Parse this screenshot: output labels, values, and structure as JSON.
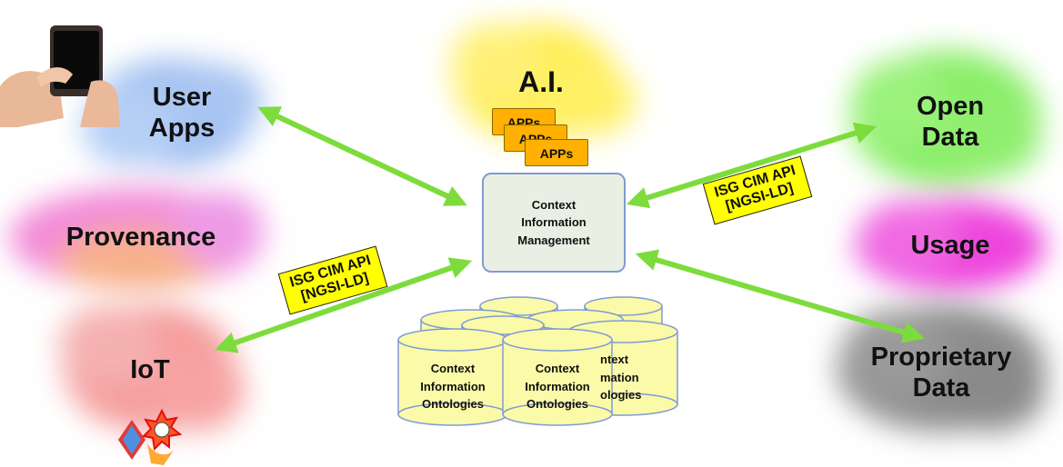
{
  "clouds": {
    "user_apps": "User\nApps",
    "provenance": "Provenance",
    "iot": "IoT",
    "ai": "A.I.",
    "open_data": "Open\nData",
    "usage": "Usage",
    "proprietary_data": "Proprietary\nData"
  },
  "center": {
    "label": "Context\nInformation\nManagement"
  },
  "apps": [
    "APPs",
    "APPs",
    "APPs"
  ],
  "api_labels": {
    "left": "ISG CIM API\n[NGSI-LD]",
    "right": "ISG CIM API\n[NGSI-LD]"
  },
  "ontologies": {
    "front_left": "Context\nInformation\nOntologies",
    "front_middle": "Context\nInformation\nOntologies",
    "back_right": "ntext\nmation\nologies"
  },
  "colors": {
    "arrow": "#7ddc3c",
    "user_apps_cloud": "#9fbef0",
    "provenance_cloud": "#f28ad8",
    "iot_cloud": "#f59b9b",
    "ai_cloud": "#ffee55",
    "open_data_cloud": "#88ee66",
    "usage_cloud": "#ee44dd",
    "proprietary_cloud": "#8c8c8c",
    "app_box": "#ffb000",
    "api_label_bg": "#ffff00",
    "db_fill": "#fafaa8"
  },
  "icons": [
    "smartphone-hand-icon",
    "iot-sensor-icon"
  ]
}
